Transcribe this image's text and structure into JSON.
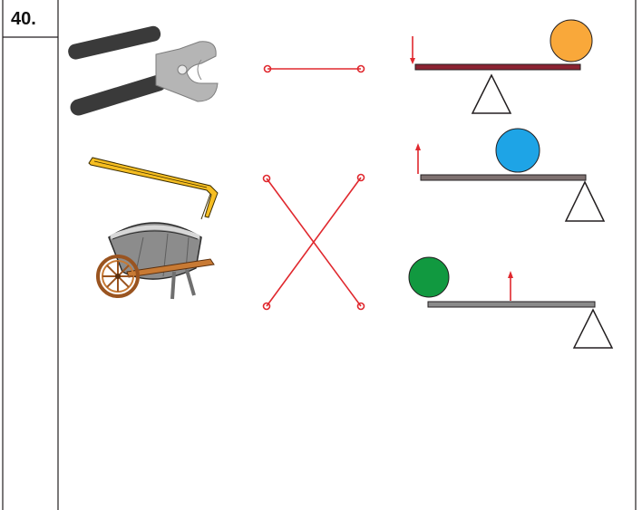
{
  "question": {
    "number": "40."
  },
  "colors": {
    "line": "#231f20",
    "match_line": "#e0282e",
    "orange_ball": "#f9a83a",
    "blue_ball": "#1ea4e6",
    "green_ball": "#119940",
    "plank_1": "#8b2332",
    "plank_2": "#7e7170",
    "plank_3": "#8a8a8a"
  },
  "left_items": [
    "pliers",
    "crowbar",
    "wheelbarrow"
  ],
  "right_items": [
    "lever-load-right",
    "lever-fulcrum-right-ball-middle",
    "lever-fulcrum-right-ball-left"
  ],
  "matches": [
    [
      0,
      0
    ],
    [
      1,
      2
    ],
    [
      2,
      1
    ]
  ]
}
